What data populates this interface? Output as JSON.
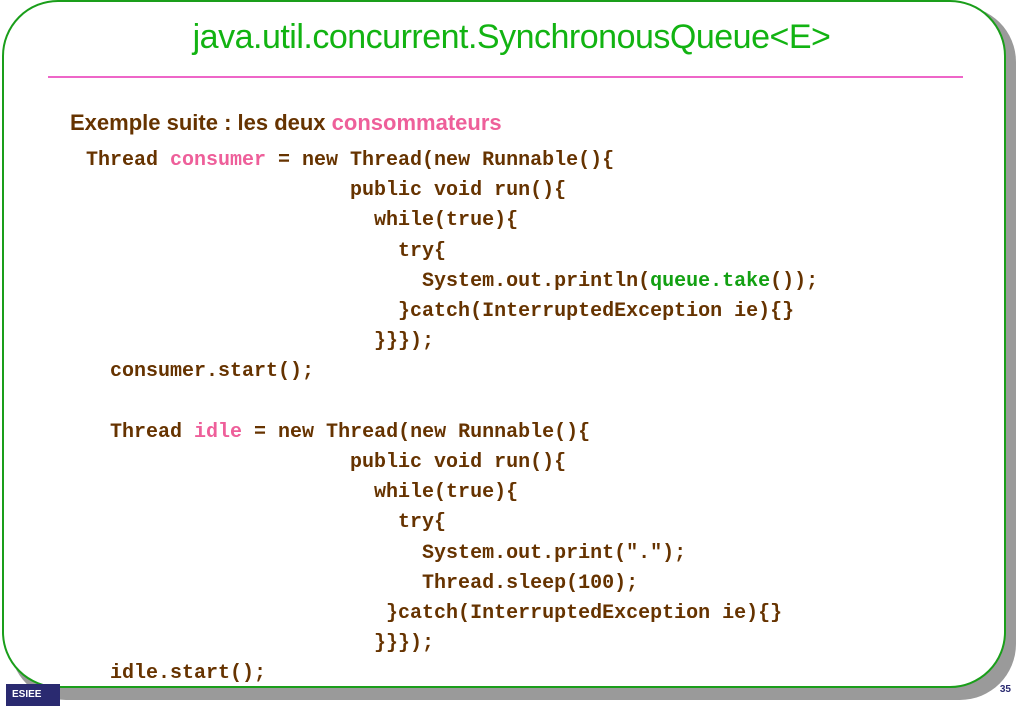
{
  "slide": {
    "title": "java.util.concurrent.SynchronousQueue<E>",
    "subtitle_prefix": "Exemple suite : les  deux ",
    "subtitle_highlight": "consommateurs",
    "footer_logo": "ESIEE",
    "page_number": "35"
  },
  "code": {
    "l1a": "Thread ",
    "l1b": "consumer",
    "l1c": " = new Thread(new Runnable(){",
    "l2": "                      public void run(){",
    "l3": "                        while(true){",
    "l4": "                          try{",
    "l5a": "                            System.out.println(",
    "l5b": "queue.take",
    "l5c": "());",
    "l6": "                          }catch(InterruptedException ie){}",
    "l7": "                        }}});",
    "l8": "  consumer.start();",
    "l9": "",
    "l10a": "  Thread ",
    "l10b": "idle",
    "l10c": " = new Thread(new Runnable(){",
    "l11": "                      public void run(){",
    "l12": "                        while(true){",
    "l13": "                          try{",
    "l14": "                            System.out.print(\".\");",
    "l15": "                            Thread.sleep(100);",
    "l16": "                         }catch(InterruptedException ie){}",
    "l17": "                        }}});",
    "l18": "  idle.start();"
  },
  "colors": {
    "title": "#12b312",
    "rule": "#ee66c8",
    "code_text": "#663300",
    "highlight": "#ee5f9a",
    "method_highlight": "#12a012"
  }
}
